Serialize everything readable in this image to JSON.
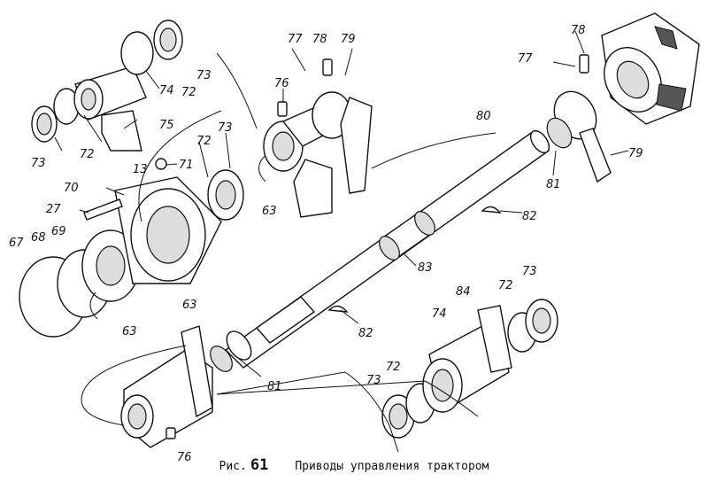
{
  "caption": {
    "prefix": "Рис.",
    "number": "61",
    "title": "Приводы управления трактором"
  },
  "callouts": [
    {
      "id": "c73a",
      "text": "73"
    },
    {
      "id": "c72a",
      "text": "72"
    },
    {
      "id": "c74a",
      "text": "74"
    },
    {
      "id": "c72b",
      "text": "72"
    },
    {
      "id": "c73b",
      "text": "73"
    },
    {
      "id": "c75",
      "text": "75"
    },
    {
      "id": "c77a",
      "text": "77"
    },
    {
      "id": "c78a",
      "text": "78"
    },
    {
      "id": "c79a",
      "text": "79"
    },
    {
      "id": "c76a",
      "text": "76"
    },
    {
      "id": "c73c",
      "text": "73"
    },
    {
      "id": "c72c",
      "text": "72"
    },
    {
      "id": "c13",
      "text": "13"
    },
    {
      "id": "c71",
      "text": "71"
    },
    {
      "id": "c70",
      "text": "70"
    },
    {
      "id": "c27",
      "text": "27"
    },
    {
      "id": "c67",
      "text": "67"
    },
    {
      "id": "c68",
      "text": "68"
    },
    {
      "id": "c69",
      "text": "69"
    },
    {
      "id": "c63a",
      "text": "63"
    },
    {
      "id": "c63b",
      "text": "63"
    },
    {
      "id": "c63c",
      "text": "63"
    },
    {
      "id": "c80",
      "text": "80"
    },
    {
      "id": "c78b",
      "text": "78"
    },
    {
      "id": "c77b",
      "text": "77"
    },
    {
      "id": "c79b",
      "text": "79"
    },
    {
      "id": "c81a",
      "text": "81"
    },
    {
      "id": "c82a",
      "text": "82"
    },
    {
      "id": "c83",
      "text": "83"
    },
    {
      "id": "c82b",
      "text": "82"
    },
    {
      "id": "c84",
      "text": "84"
    },
    {
      "id": "c72d",
      "text": "72"
    },
    {
      "id": "c73d",
      "text": "73"
    },
    {
      "id": "c74b",
      "text": "74"
    },
    {
      "id": "c81b",
      "text": "81"
    },
    {
      "id": "c72e",
      "text": "72"
    },
    {
      "id": "c73e",
      "text": "73"
    },
    {
      "id": "c76b",
      "text": "76"
    }
  ]
}
